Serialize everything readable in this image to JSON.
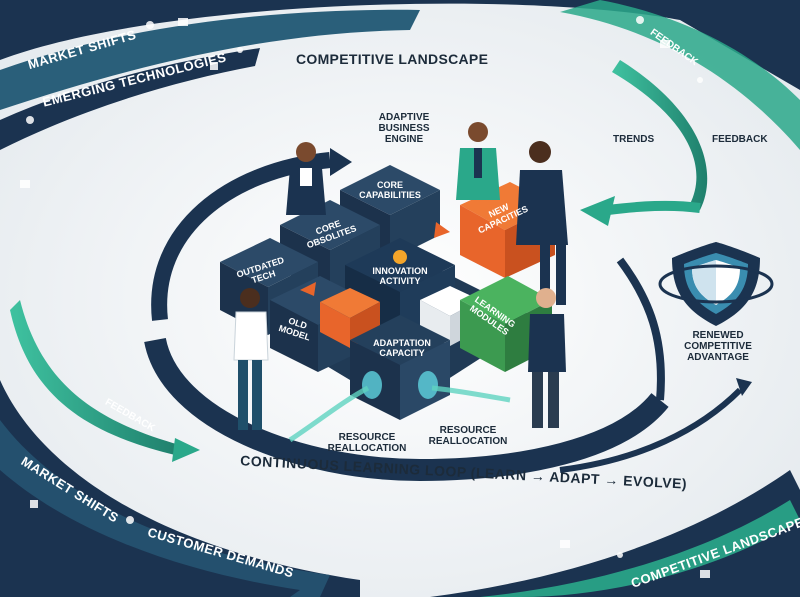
{
  "title": "COMPETITIVE LANDSCAPE",
  "engine_label": "ADAPTIVE BUSINESS ENGINE",
  "cubes": {
    "core_capabilities": "CORE CAPABILITIES",
    "core_obsolete": "CORE OBSOLITES",
    "new_capacities": "NEW CAPACITIES",
    "outdated_tech": "OUTDATED TECH",
    "innovation_activity": "INNOVATION ACTIVITY",
    "old_model": "OLD MODEL",
    "learning_modules": "LEARNING MODULES",
    "adaptation_capacity": "ADAPTATION CAPACITY"
  },
  "side_labels": {
    "trends": "TRENDS",
    "feedback_right": "FEEDBACK",
    "feedback_top": "FEEDBACK",
    "feedback_left": "FEEDBACK",
    "resource_reallocation_left": "RESOURCE REALLOCATION",
    "resource_reallocation_right": "RESOURCE REALLOCATION",
    "renewed_advantage": "RENEWED COMPETITIVE ADVANTAGE"
  },
  "bands": {
    "market_shifts_top": "MARKET SHIFTS",
    "emerging_technologies": "EMERGING TECHNOLOGIES",
    "continuous_loop": "CONTINUOUS LEARNING LOOP (LEARN → ADAPT → EVOLVE)",
    "market_shifts_bottom": "MARKET SHIFTS",
    "customer_demands": "CUSTOMER DEMANDS",
    "competitive_landscape_bottom": "COMPETITIVE LANDSCAPE"
  },
  "colors": {
    "navy": "#1b3350",
    "teal": "#2aa88a",
    "orange": "#e8652b",
    "green": "#3c9a50",
    "background": "#eef1f4"
  }
}
